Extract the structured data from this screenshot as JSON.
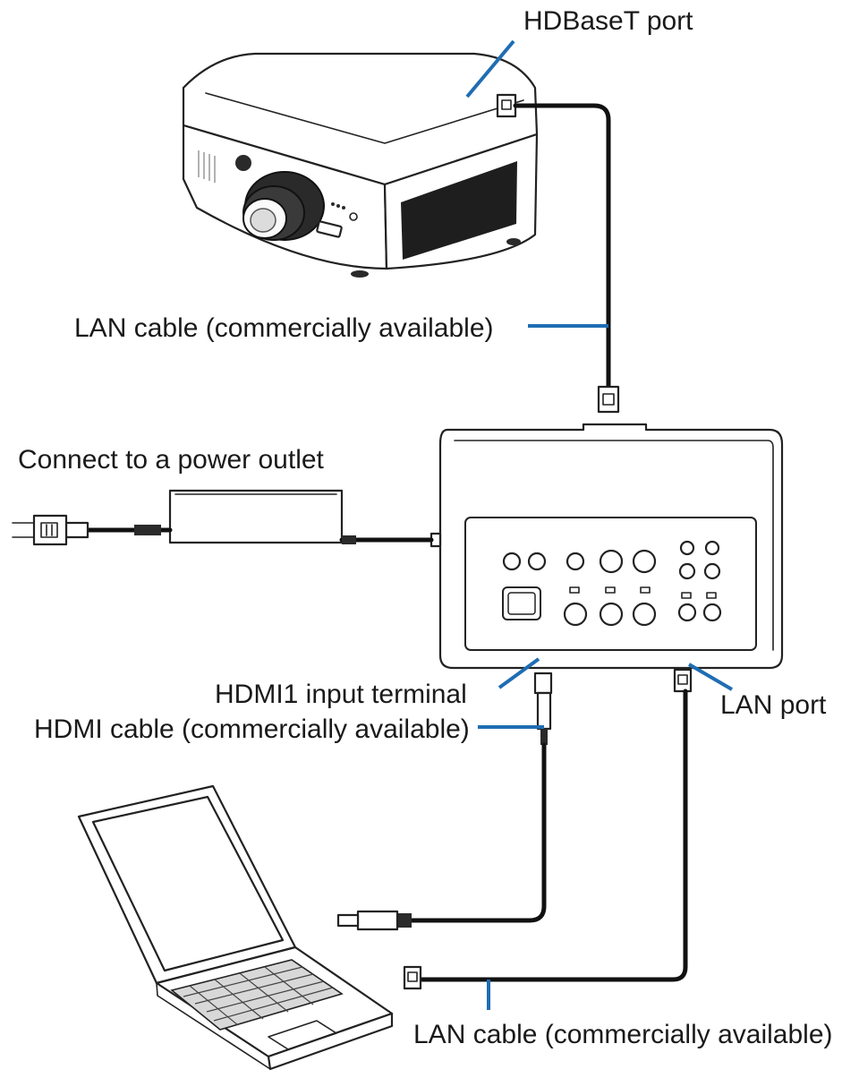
{
  "colors": {
    "leader_line": "#1f6db3",
    "cable": "#111111",
    "outline": "#222222",
    "background": "#ffffff"
  },
  "labels": {
    "hdbaset_port": "HDBaseT port",
    "lan_cable_top": "LAN cable (commercially available)",
    "power_outlet": "Connect to a power outlet",
    "hdmi1_input": "HDMI1 input terminal",
    "lan_port": "LAN port",
    "hdmi_cable": "HDMI cable (commercially available)",
    "lan_cable_bottom": "LAN cable (commercially available)"
  },
  "devices": {
    "projector_icon": "projector-icon",
    "transmitter_icon": "hdbaset-transmitter-icon",
    "power_adapter_icon": "power-adapter-icon",
    "laptop_icon": "laptop-icon"
  }
}
